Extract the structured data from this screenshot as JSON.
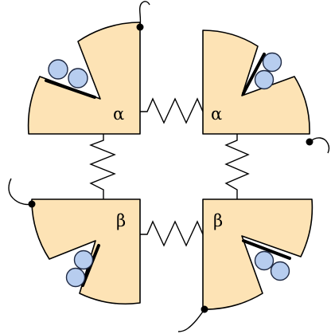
{
  "colors": {
    "sector_fill": "#fde3b5",
    "ball_fill": "#b7cdef"
  },
  "subunits": [
    {
      "id": "top-left",
      "label": "α"
    },
    {
      "id": "top-right",
      "label": "α"
    },
    {
      "id": "bottom-left",
      "label": "β"
    },
    {
      "id": "bottom-right",
      "label": "β"
    }
  ]
}
